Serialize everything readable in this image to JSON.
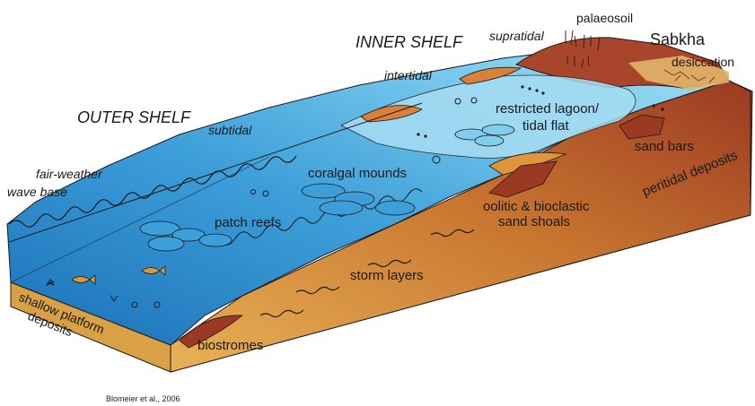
{
  "zones": {
    "outer_shelf": "OUTER SHELF",
    "inner_shelf": "INNER SHELF",
    "subtidal": "subtidal",
    "intertidal": "intertidal",
    "supratidal": "supratidal"
  },
  "features": {
    "palaeosoil": "palaeosoil",
    "sabkha": "Sabkha",
    "desiccation": "desiccation",
    "restricted_lagoon_line1": "restricted lagoon/",
    "restricted_lagoon_line2": "tidal flat",
    "sand_bars": "sand bars",
    "peritidal_deposits": "peritidal deposits",
    "shoals_line1": "oolitic & bioclastic",
    "shoals_line2": "sand shoals",
    "coralgal_mounds": "coralgal mounds",
    "patch_reefs": "patch reefs",
    "storm_layers": "storm layers",
    "fair_weather_line1": "fair-weather",
    "fair_weather_line2": "wave base",
    "shallow_platform_line1": "shallow platform",
    "shallow_platform_line2": "deposits",
    "biostromes": "biostromes"
  },
  "citation": "Blomeier et al., 2006",
  "colors": {
    "deep_water": "#1f7fc4",
    "shallow_water": "#7fcdef",
    "sand": "#e3a94b",
    "red_sediment": "#9b3a22",
    "outline": "#1a1a1a"
  }
}
